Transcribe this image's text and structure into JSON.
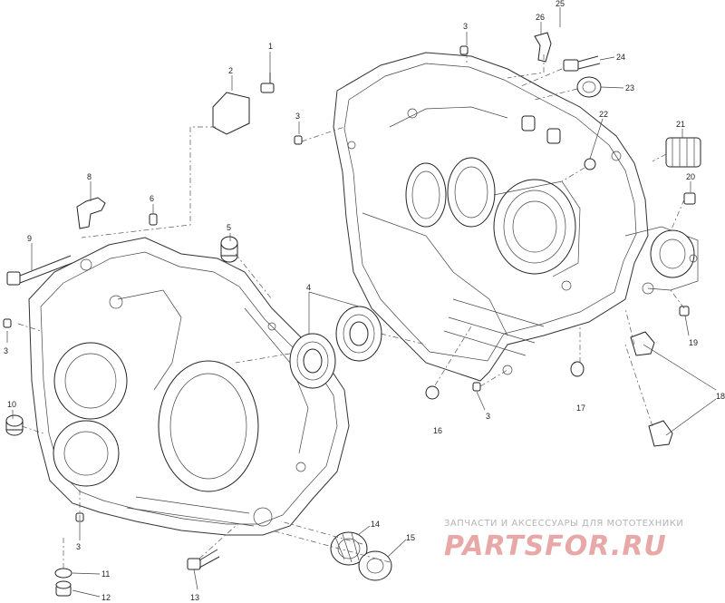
{
  "labels": [
    {
      "id": "p1",
      "text": "1"
    },
    {
      "id": "p2",
      "text": "2"
    },
    {
      "id": "p3a",
      "text": "3"
    },
    {
      "id": "p3b",
      "text": "3"
    },
    {
      "id": "p3c",
      "text": "3"
    },
    {
      "id": "p3d",
      "text": "3"
    },
    {
      "id": "p3e",
      "text": "3"
    },
    {
      "id": "p4",
      "text": "4"
    },
    {
      "id": "p5",
      "text": "5"
    },
    {
      "id": "p6",
      "text": "6"
    },
    {
      "id": "p8",
      "text": "8"
    },
    {
      "id": "p9",
      "text": "9"
    },
    {
      "id": "p10",
      "text": "10"
    },
    {
      "id": "p11",
      "text": "11"
    },
    {
      "id": "p12",
      "text": "12"
    },
    {
      "id": "p13",
      "text": "13"
    },
    {
      "id": "p14",
      "text": "14"
    },
    {
      "id": "p15",
      "text": "15"
    },
    {
      "id": "p16",
      "text": "16"
    },
    {
      "id": "p17",
      "text": "17"
    },
    {
      "id": "p18",
      "text": "18"
    },
    {
      "id": "p19",
      "text": "19"
    },
    {
      "id": "p20",
      "text": "20"
    },
    {
      "id": "p21",
      "text": "21"
    },
    {
      "id": "p22",
      "text": "22"
    },
    {
      "id": "p23",
      "text": "23"
    },
    {
      "id": "p24",
      "text": "24"
    },
    {
      "id": "p25",
      "text": "25"
    },
    {
      "id": "p26",
      "text": "26"
    }
  ],
  "watermark": {
    "tagline": "ЗАПЧАСТИ И АКСЕССУАРЫ ДЛЯ МОТОТЕХНИКИ",
    "brand": "PARTSFOR.RU",
    "color": "#e9a8a8"
  }
}
